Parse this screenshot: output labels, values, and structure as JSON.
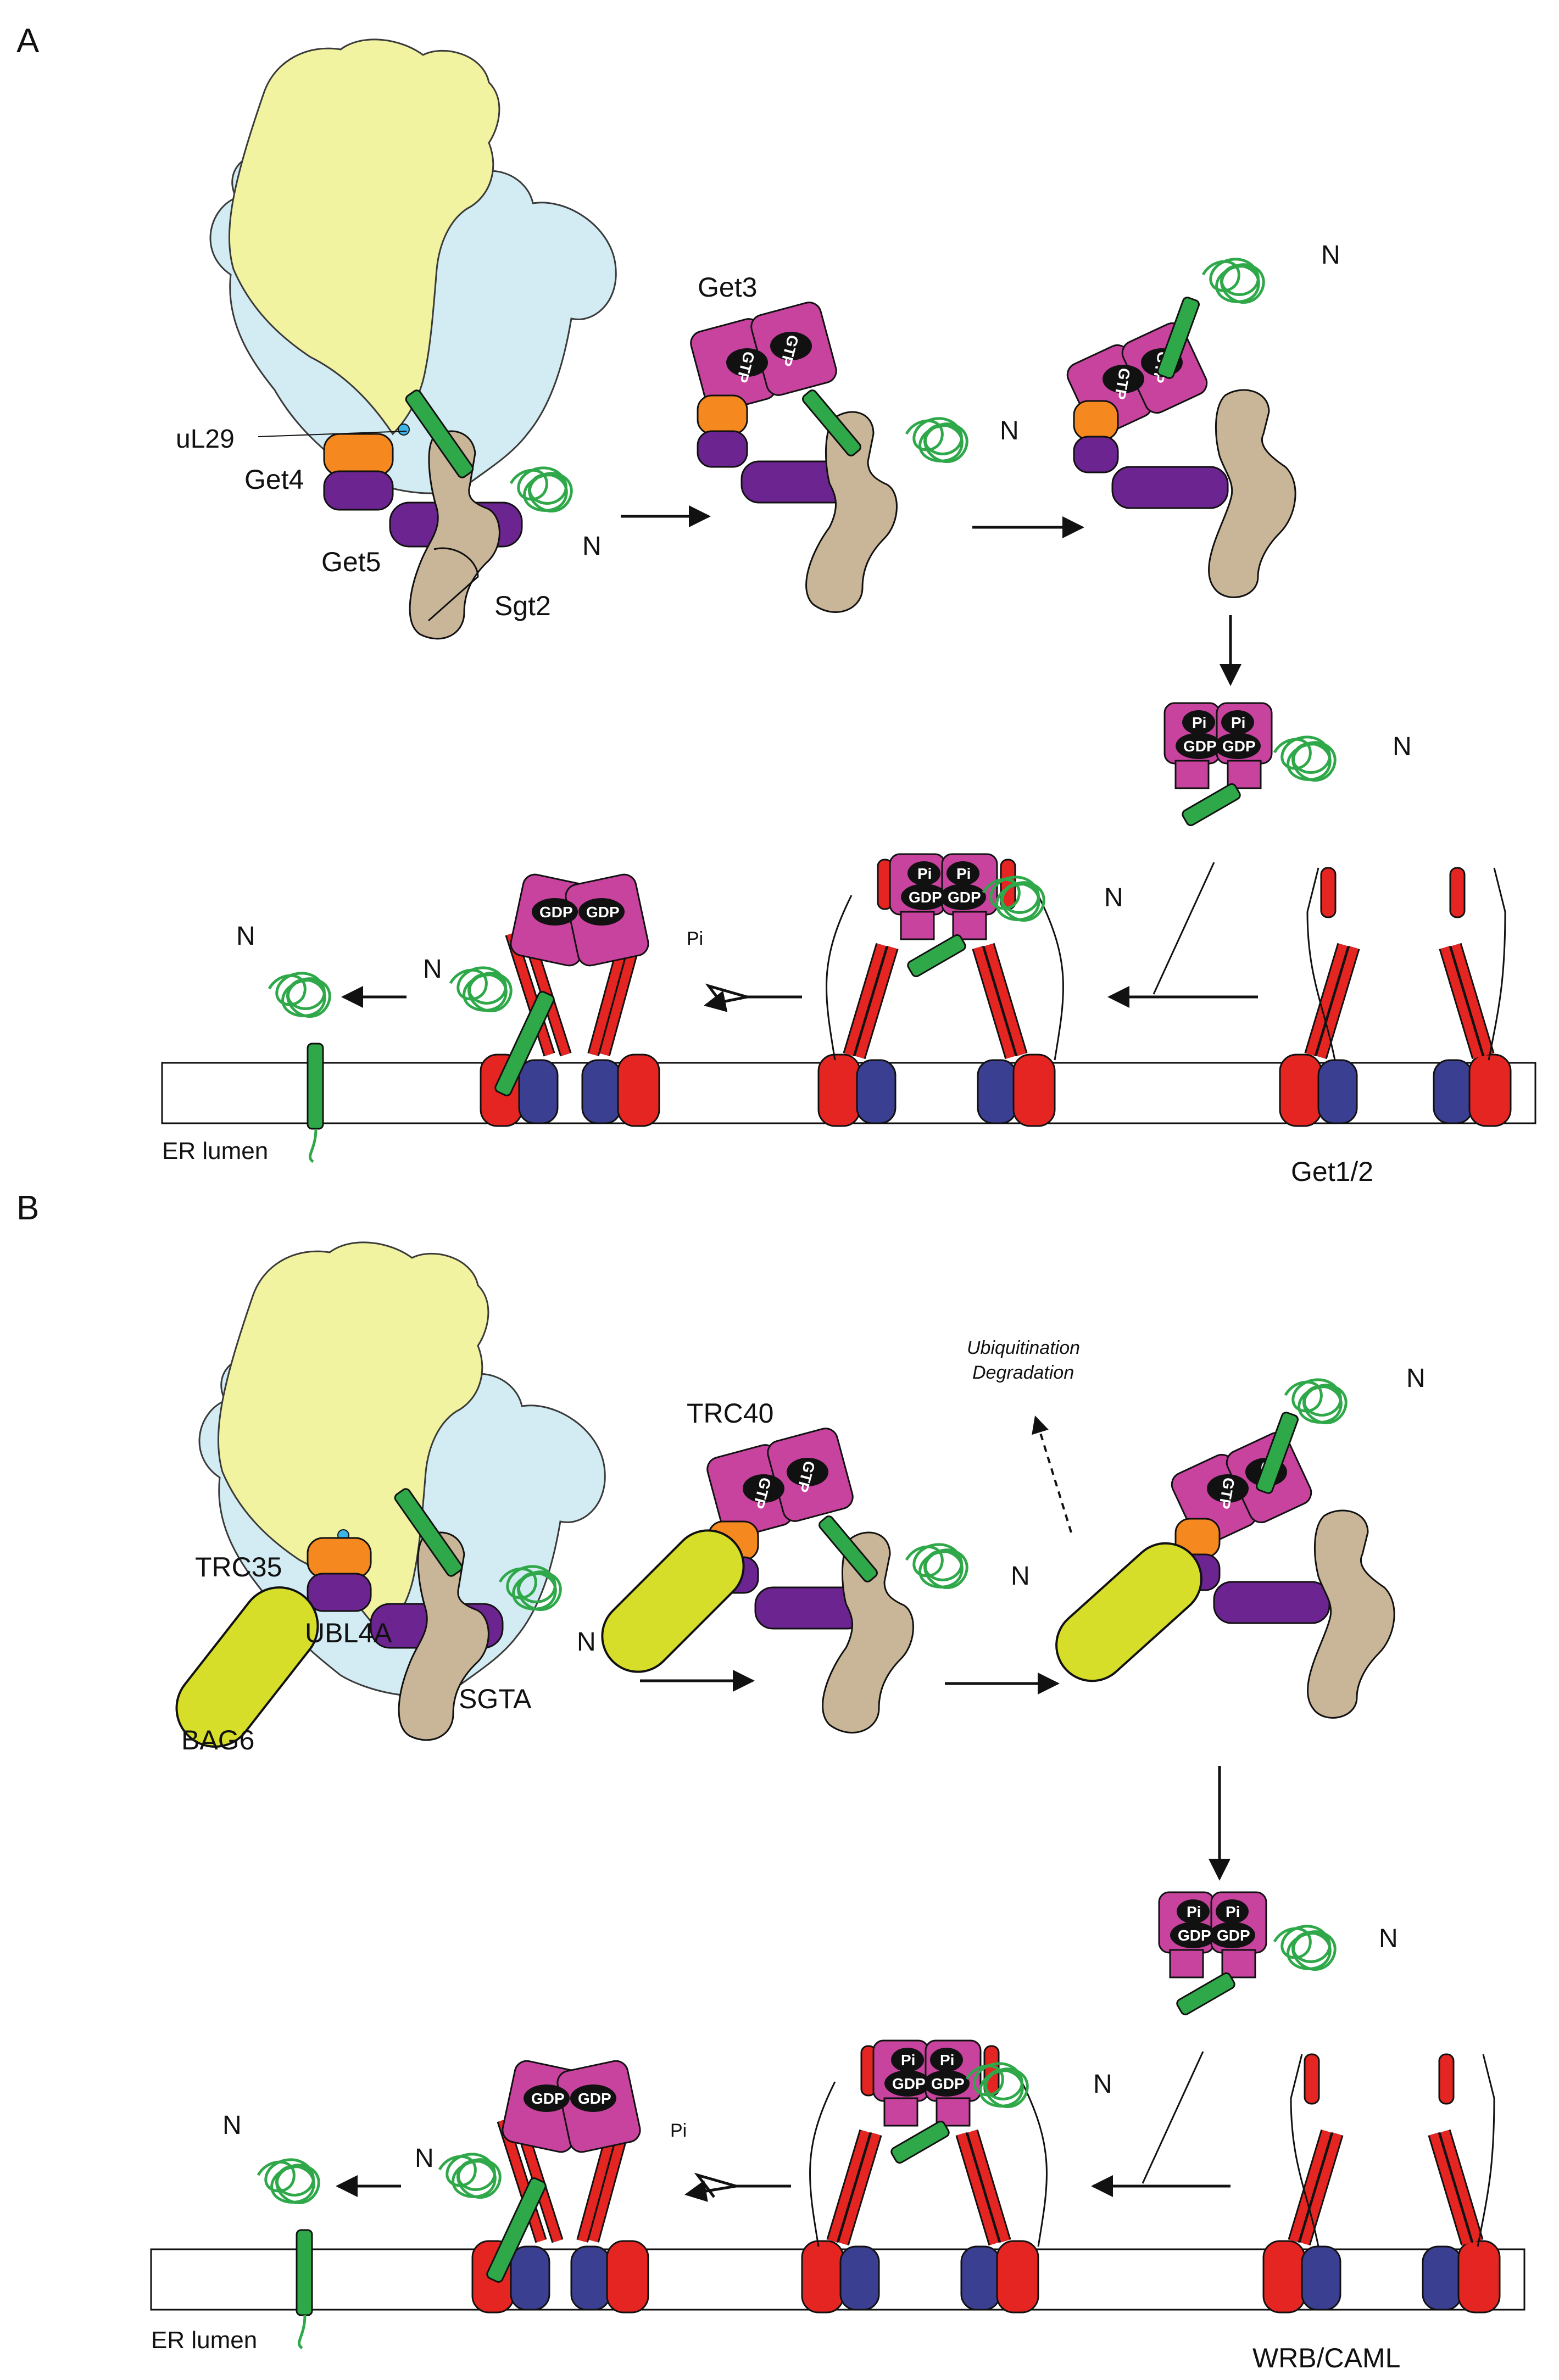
{
  "panels": [
    {
      "letter": "A",
      "labels": {
        "binder": "uL29",
        "adaptor_small": "Get4",
        "adaptor_large": "Get5",
        "cochaperone": "Sgt2",
        "atpase": "Get3",
        "receptor": "Get1/2",
        "lumen": "ER lumen"
      },
      "note_line1": "",
      "note_line2": ""
    },
    {
      "letter": "B",
      "labels": {
        "binder": "",
        "adaptor_small": "TRC35",
        "adaptor_large": "UBL4A",
        "cochaperone": "SGTA",
        "atpase": "TRC40",
        "receptor": "WRB/CAML",
        "lumen": "ER lumen",
        "bag": "BAG6"
      },
      "note_line1": "Ubiquitination",
      "note_line2": "Degradation"
    }
  ],
  "terminus": "N",
  "phosphate": "Pi",
  "nucleotides": {
    "gtp": "GTP",
    "gdp": "GDP",
    "pi": "Pi"
  },
  "colors": {
    "ribosome_large": "#d3ecf3",
    "ribosome_small": "#f1f3a0",
    "atpase": "#c8439e",
    "adaptor_orange": "#f5891f",
    "adaptor_purple": "#6c2590",
    "cochaperone_tan": "#c9b597",
    "substrate_green": "#2fa84a",
    "receptor_red": "#e52521",
    "receptor_blue": "#3b3f92",
    "bag6_yellow": "#d6de2a"
  }
}
